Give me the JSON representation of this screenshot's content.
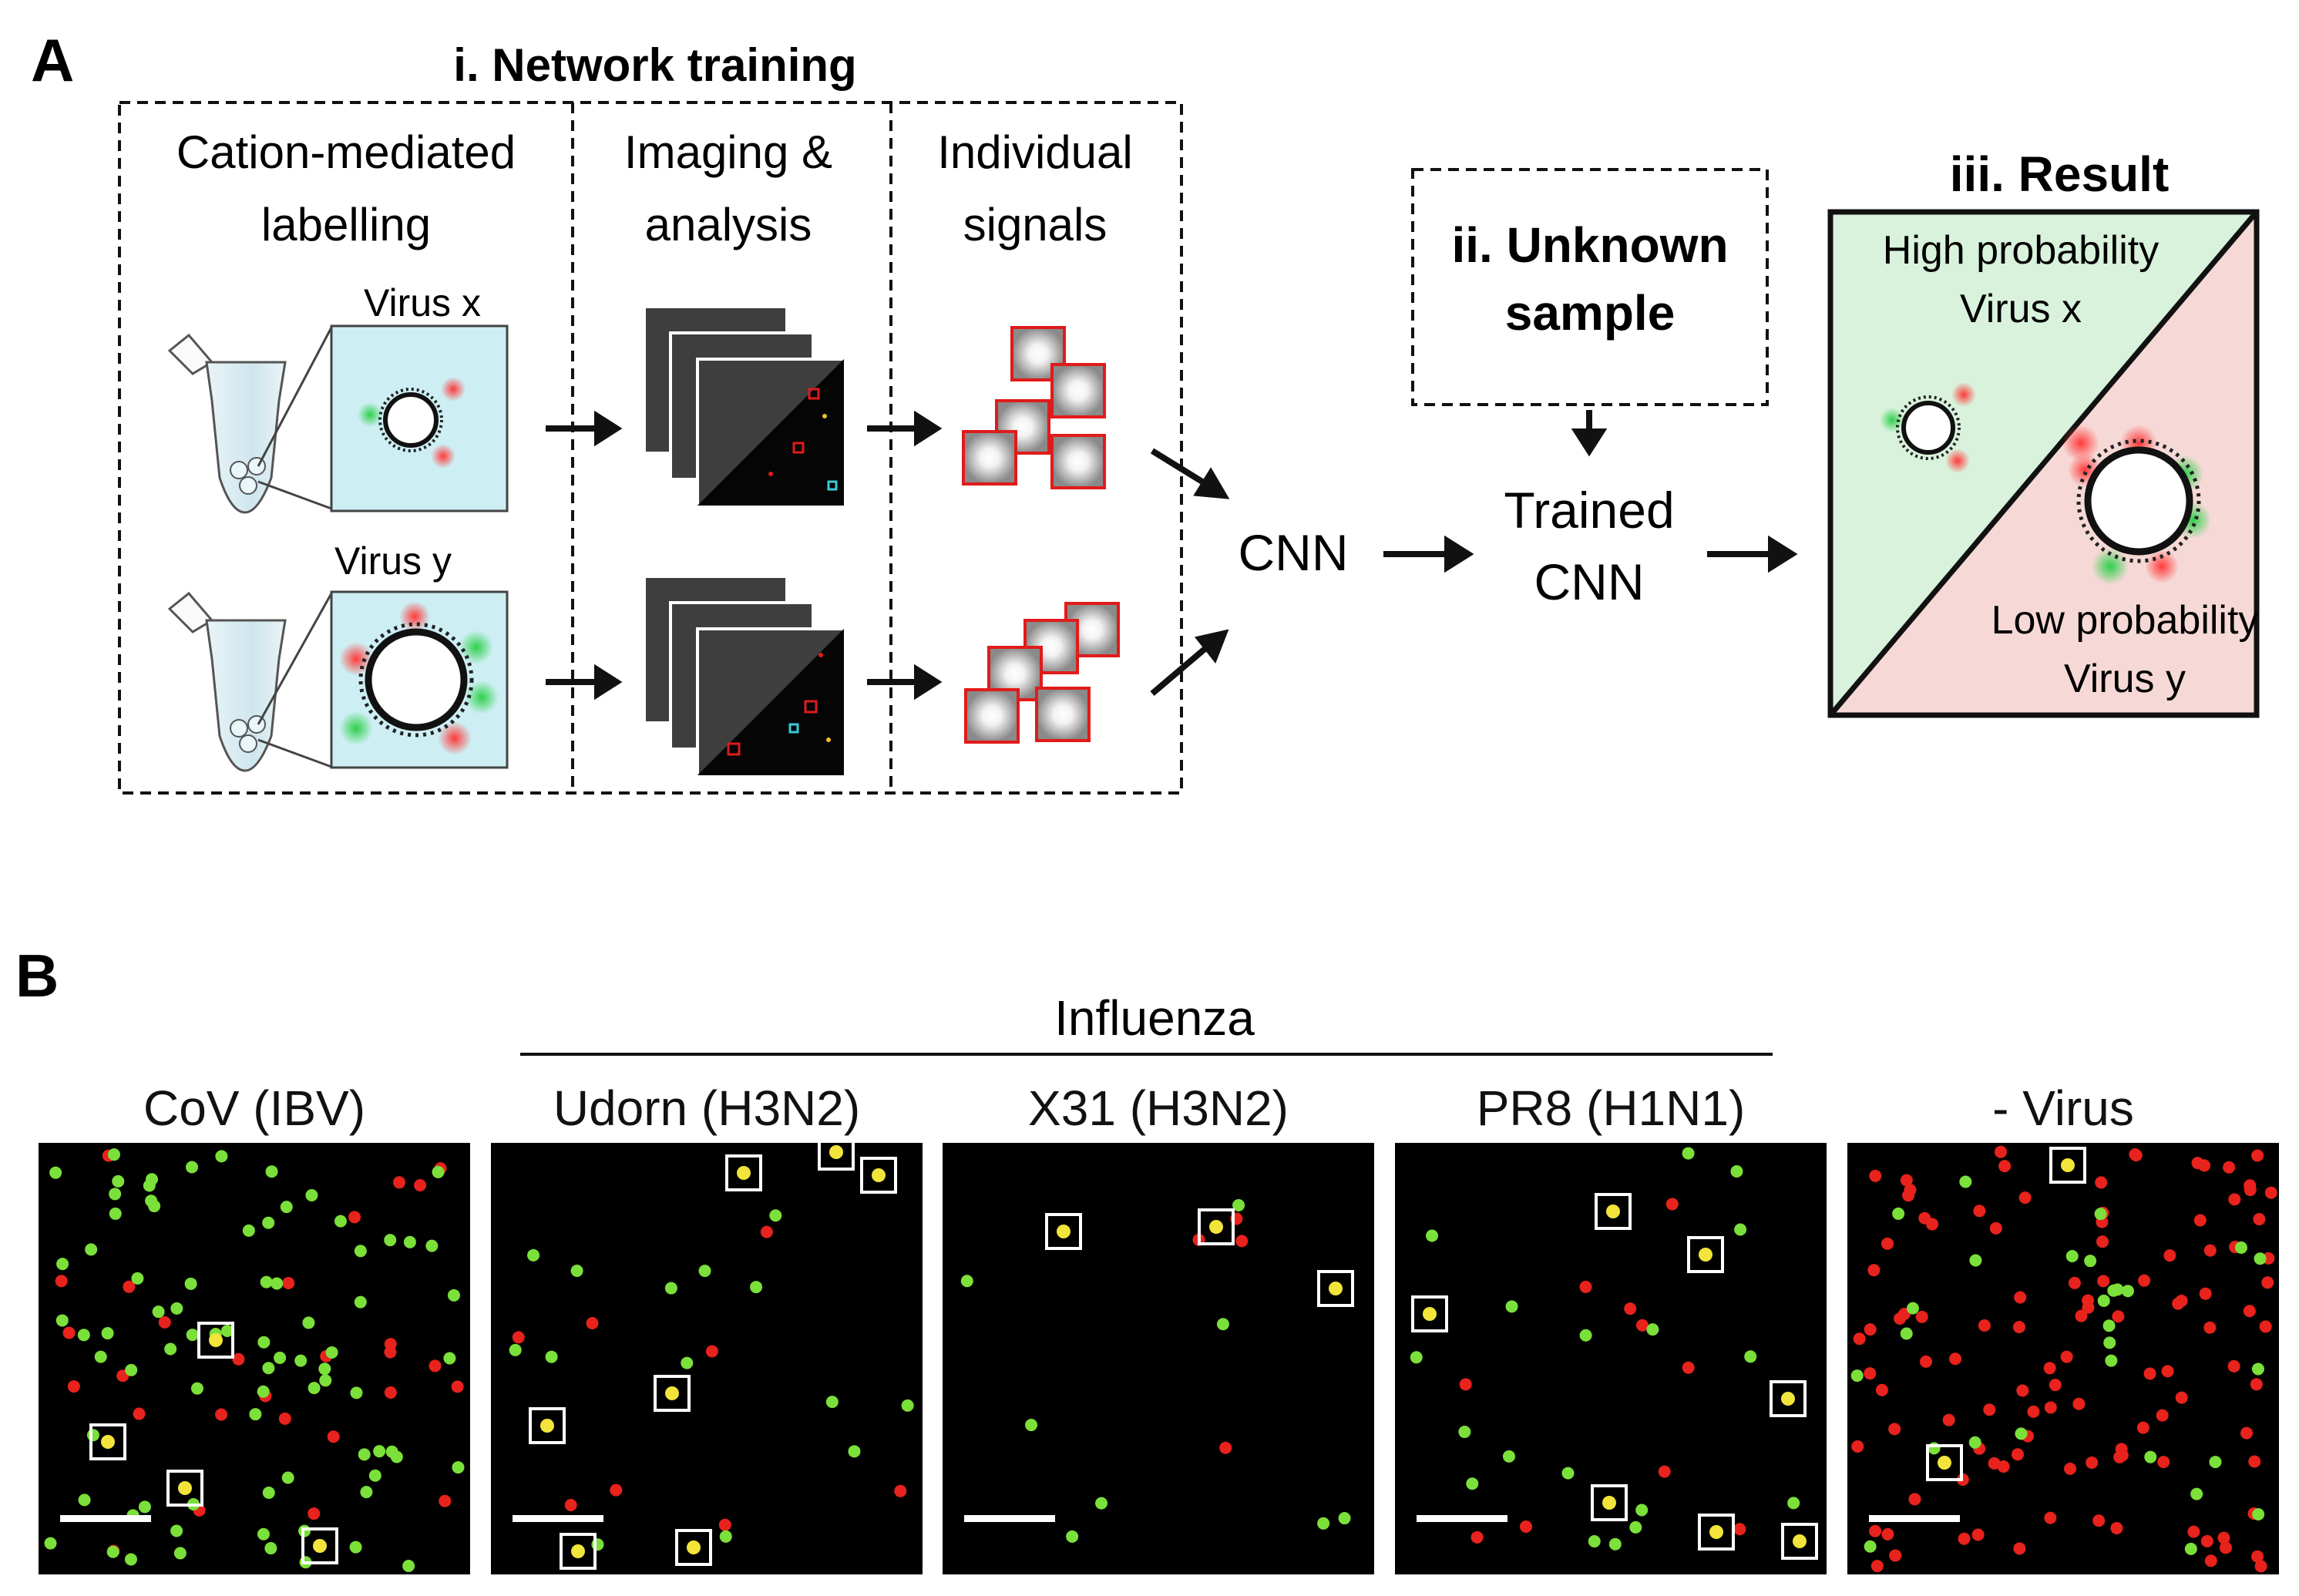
{
  "panel_a": {
    "letter": "A",
    "training_title": "i. Network training",
    "col1_title": [
      "Cation-mediated",
      "labelling"
    ],
    "col2_title": [
      "Imaging &",
      "analysis"
    ],
    "col3_title": [
      "Individual",
      "signals"
    ],
    "virus_x_label": "Virus x",
    "virus_y_label": "Virus y",
    "cnn_label": "CNN",
    "unknown_title": [
      "ii. Unknown",
      "sample"
    ],
    "trained_cnn": [
      "Trained",
      "CNN"
    ],
    "result_title": "iii. Result",
    "high_prob": [
      "High probability",
      "Virus x"
    ],
    "low_prob": [
      "Low probability",
      "Virus y"
    ]
  },
  "panel_b": {
    "letter": "B",
    "group_label": "Influenza",
    "images": [
      {
        "label": "CoV (IBV)"
      },
      {
        "label": "Udorn (H3N2)"
      },
      {
        "label": "X31 (H3N2)"
      },
      {
        "label": "PR8 (H1N1)"
      },
      {
        "label": "- Virus"
      }
    ]
  },
  "colors": {
    "green_region": "#d9f2dc",
    "red_region": "#f6d9d6",
    "box_red": "#e01b1b",
    "spot_red": "#e8221c",
    "spot_green": "#7be03a",
    "spot_yellow": "#f2e43a",
    "micrograph_bg": "#000000",
    "inset_bg": "#cdeff4"
  }
}
